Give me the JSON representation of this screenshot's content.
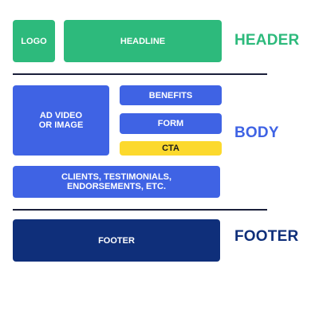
{
  "header": {
    "logo": "LOGO",
    "headline": "HEADLINE",
    "section_label": "HEADER",
    "color": "#2dba7c"
  },
  "body": {
    "ad_media": "AD VIDEO\nOR IMAGE",
    "benefits": "BENEFITS",
    "form": "FORM",
    "cta": "CTA",
    "social_proof": "CLIENTS, TESTIMONIALS,\nENDORSEMENTS, ETC.",
    "section_label": "BODY",
    "color": "#3f63e4",
    "cta_color": "#fcd92d"
  },
  "footer": {
    "footer": "FOOTER",
    "section_label": "FOOTER",
    "color": "#0f2f7a"
  }
}
